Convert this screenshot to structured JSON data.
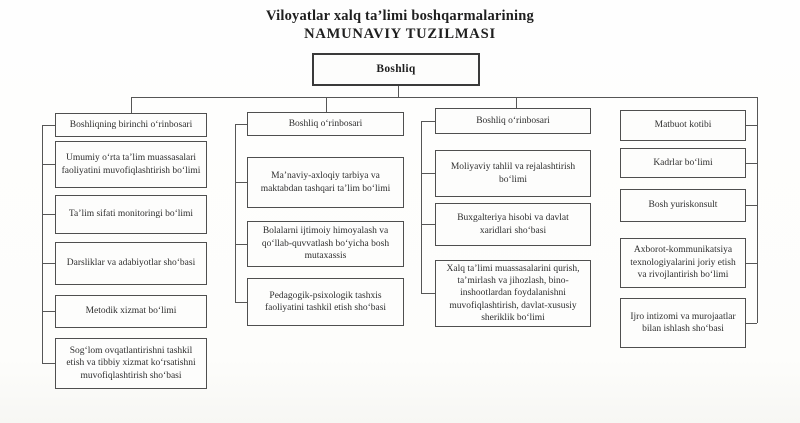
{
  "title": {
    "line1": "Viloyatlar xalq ta’limi boshqarmalarining",
    "line2": "NAMUNAVIY TUZILMASI"
  },
  "root": {
    "label": "Boshliq"
  },
  "columns": [
    {
      "header": "Boshliqning birinchi o‘rinbosari",
      "items": [
        "Umumiy o‘rta ta’lim muassasalari faoliyatini muvofiqlashtirish bo‘limi",
        "Ta’lim sifati monitoringi bo‘limi",
        "Darsliklar va adabiyotlar sho‘basi",
        "Metodik xizmat bo‘limi",
        "Sog‘lom ovqatlantirishni tashkil etish va tibbiy xizmat ko‘rsatishni muvofiqlashtirish sho‘basi"
      ]
    },
    {
      "header": "Boshliq o‘rinbosari",
      "items": [
        "Ma’naviy-axloqiy tarbiya va maktabdan tashqari ta’lim bo‘limi",
        "Bolalarni ijtimoiy himoyalash va qo‘llab-quvvatlash bo‘yicha bosh mutaxassis",
        "Pedagogik-psixologik tashxis faoliyatini tashkil etish sho‘basi"
      ]
    },
    {
      "header": "Boshliq o‘rinbosari",
      "items": [
        "Moliyaviy tahlil va rejalashtirish bo‘limi",
        "Buxgalteriya hisobi va davlat xaridlari sho‘basi",
        "Xalq ta’limi muassasalarini qurish, ta’mirlash va jihozlash, bino-inshootlardan foydalanishni muvofiqlashtirish, davlat-xususiy sheriklik bo‘limi"
      ]
    },
    {
      "items": [
        "Matbuot kotibi",
        "Kadrlar bo‘limi",
        "Bosh yuriskonsult",
        "Axborot-kommunikatsiya texnologiyalarini joriy etish va rivojlantirish bo‘limi",
        "Ijro intizomi va murojaatlar bilan ishlash sho‘basi"
      ]
    }
  ],
  "colors": {
    "line": "#565656",
    "border": "#4f4f4f",
    "text": "#2e2e2e",
    "background": "#fdfdfc"
  }
}
